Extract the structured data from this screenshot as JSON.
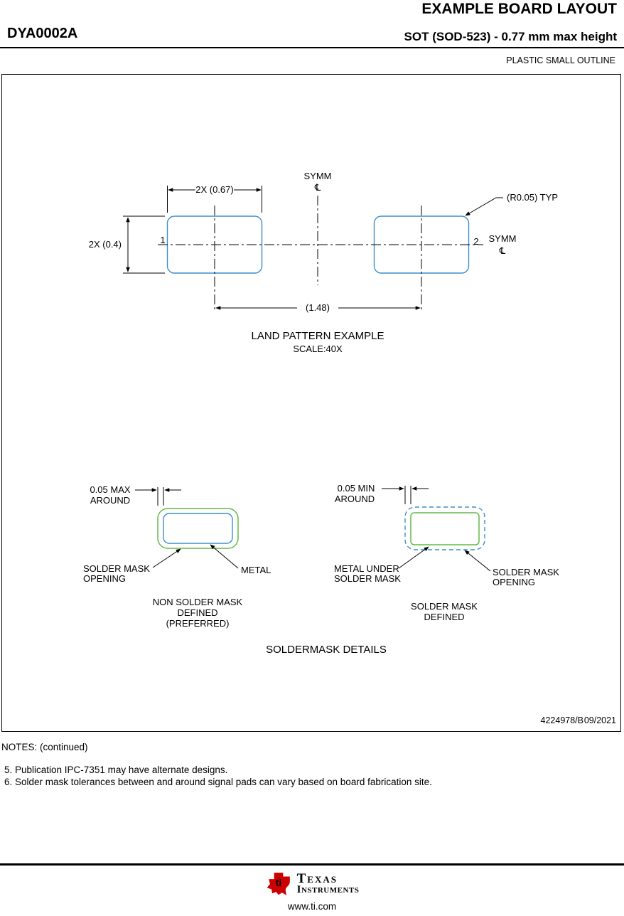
{
  "header": {
    "title": "EXAMPLE BOARD LAYOUT",
    "part_number": "DYA0002A",
    "package_line": "SOT (SOD-523) - 0.77 mm max height",
    "subtitle": "PLASTIC SMALL OUTLINE"
  },
  "land_pattern": {
    "dim_pad_width": "2X (0.67)",
    "dim_pad_height": "2X (0.4)",
    "dim_pitch": "(1.48)",
    "symm_top": "SYMM",
    "symm_right": "SYMM",
    "centerline_symbol": "℄",
    "radius_note": "(R0.05) TYP",
    "pin1": "1",
    "pin2": "2",
    "title": "LAND PATTERN EXAMPLE",
    "scale": "SCALE:40X"
  },
  "soldermask": {
    "title": "SOLDERMASK DETAILS",
    "nsmd": {
      "dim_line1": "0.05 MAX",
      "dim_line2": "AROUND",
      "opening_line1": "SOLDER MASK",
      "opening_line2": "OPENING",
      "metal_label": "METAL",
      "caption_line1": "NON SOLDER MASK",
      "caption_line2": "DEFINED",
      "caption_line3": "(PREFERRED)"
    },
    "smd": {
      "dim_line1": "0.05 MIN",
      "dim_line2": "AROUND",
      "metal_line1": "METAL UNDER",
      "metal_line2": "SOLDER MASK",
      "opening_line1": "SOLDER MASK",
      "opening_line2": "OPENING",
      "caption_line1": "SOLDER MASK",
      "caption_line2": "DEFINED"
    }
  },
  "titleblock": {
    "drawing_number": "4224978/B",
    "date": "09/2021"
  },
  "notes": {
    "heading": "NOTES: (continued)",
    "items": [
      "5. Publication IPC-7351 may have alternate designs.",
      "6. Solder mask tolerances between and around signal pads can vary based on board fabrication site."
    ]
  },
  "footer": {
    "brand_line1": "Texas",
    "brand_line2": "Instruments",
    "logo_monogram": "ti",
    "url": "www.ti.com"
  },
  "colors": {
    "metal_blue": "#3d8ec9",
    "mask_green": "#62ba46",
    "logo_red": "#cc0000"
  }
}
